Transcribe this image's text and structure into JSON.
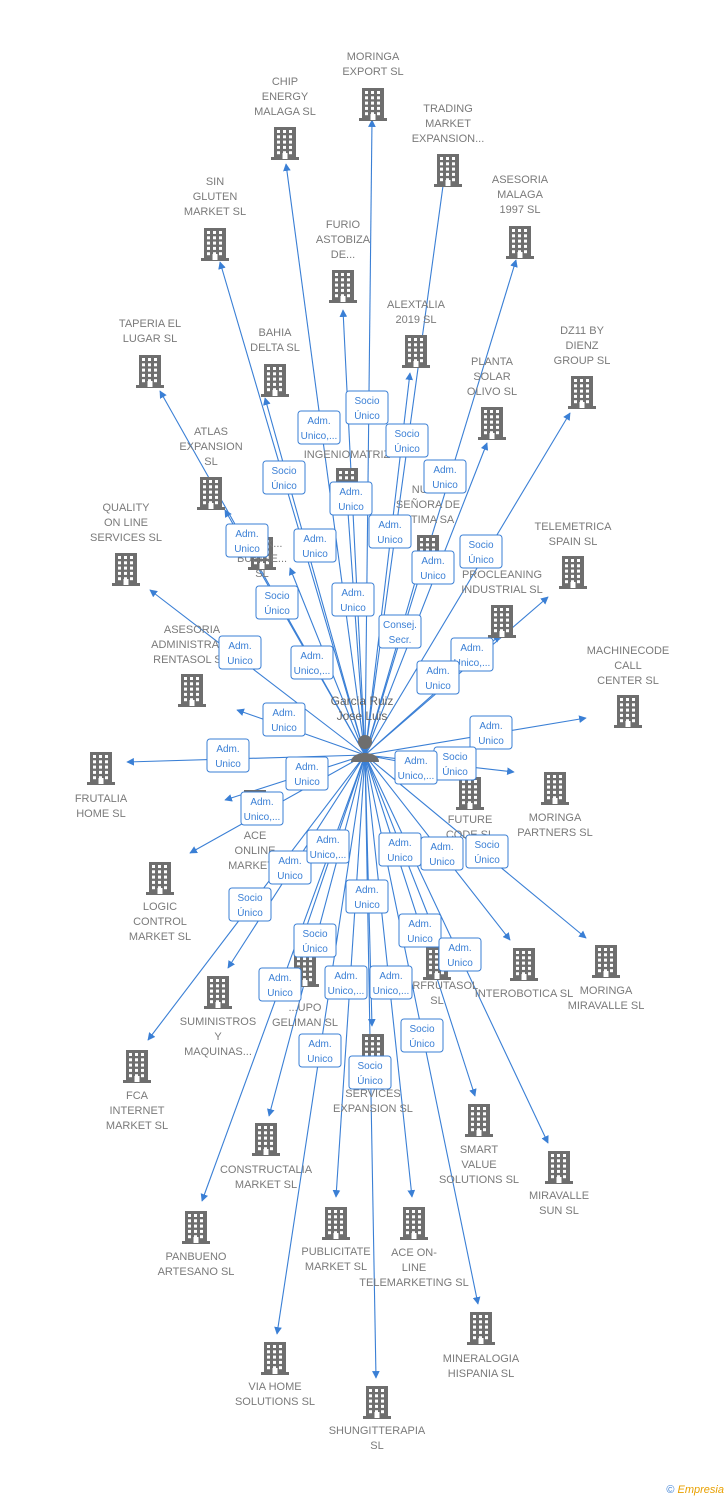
{
  "center": {
    "name_lines": [
      "Garcia Ruiz",
      "Jose Luis"
    ],
    "icon": "person-icon"
  },
  "colors": {
    "edge": "#3a7fd5",
    "company_text": "#7a7a7a",
    "building": "#6e6e6e",
    "highlight": "#e05030"
  },
  "companies": [
    {
      "id": "moringa-export",
      "lines": [
        "MORINGA",
        "EXPORT  SL"
      ],
      "role": [
        "Socio",
        "Único"
      ]
    },
    {
      "id": "chip-energy",
      "lines": [
        "CHIP",
        "ENERGY",
        "MALAGA  SL"
      ],
      "role": [
        "Adm.",
        "Unico,..."
      ]
    },
    {
      "id": "trading-market",
      "lines": [
        "TRADING",
        "MARKET",
        "EXPANSION..."
      ],
      "role": [
        "Socio",
        "Único"
      ]
    },
    {
      "id": "asesoria-malaga",
      "lines": [
        "ASESORIA",
        "MALAGA",
        "1997  SL"
      ],
      "role": [
        "Adm.",
        "Unico"
      ]
    },
    {
      "id": "sin-gluten",
      "lines": [
        "SIN",
        "GLUTEN",
        "MARKET  SL"
      ],
      "role": [
        "Socio",
        "Único"
      ]
    },
    {
      "id": "furio",
      "lines": [
        "FURIO",
        "ASTOBIZA",
        "DE..."
      ],
      "role": [
        "Adm.",
        "Unico"
      ]
    },
    {
      "id": "alextalia",
      "lines": [
        "ALEXTALIA",
        "2019  SL"
      ],
      "role": [
        "Adm.",
        "Unico"
      ]
    },
    {
      "id": "dz11",
      "lines": [
        "DZ11 BY",
        "DIENZ",
        "GROUP  SL"
      ],
      "role": [
        "Socio",
        "Único"
      ]
    },
    {
      "id": "taperia",
      "lines": [
        "TAPERIA EL",
        "LUGAR  SL"
      ],
      "role": [
        "Adm.",
        "Unico"
      ]
    },
    {
      "id": "bahia-delta",
      "lines": [
        "BAHIA",
        "DELTA  SL"
      ],
      "role": [
        "Adm.",
        "Unico"
      ]
    },
    {
      "id": "planta-solar",
      "lines": [
        "PLANTA",
        "SOLAR",
        "OLIVO  SL"
      ],
      "role": [
        "Adm.",
        "Unico"
      ]
    },
    {
      "id": "atlas",
      "lines": [
        "ATLAS",
        "EXPANSION",
        "SL"
      ],
      "role": [
        "Socio",
        "Único"
      ]
    },
    {
      "id": "ingeniomatriz",
      "lines": [
        "INGENIOMATRIZ"
      ],
      "role": [
        "Adm.",
        "Unico"
      ]
    },
    {
      "id": "nuestra-senora",
      "lines": [
        "NUE...",
        "SEÑORA DE",
        "...TIMA SA"
      ],
      "role": [
        "Consej.",
        "Secr."
      ]
    },
    {
      "id": "quality-online",
      "lines": [
        "QUALITY",
        "ON LINE",
        "SERVICES  SL"
      ],
      "role": [
        "Adm.",
        "Unico"
      ]
    },
    {
      "id": "market-business",
      "lines": [
        "...ARK...",
        "BUSINE...",
        "SL"
      ],
      "role": [
        "Adm.",
        "Unico,..."
      ]
    },
    {
      "id": "telemetrica",
      "lines": [
        "TELEMETRICA",
        "SPAIN  SL"
      ],
      "role": [
        "Adm.",
        "Unico,..."
      ]
    },
    {
      "id": "procleaning",
      "lines": [
        "PROCLEANING",
        "INDUSTRIAL SL"
      ],
      "role": [
        "Adm.",
        "Unico"
      ]
    },
    {
      "id": "asesoria-admin",
      "lines": [
        "ASESORIA",
        "ADMINISTRAT...",
        "RENTASOL S..."
      ],
      "role": [
        "Adm.",
        "Unico"
      ]
    },
    {
      "id": "machinecode",
      "lines": [
        "MACHINECODE",
        "CALL",
        "CENTER  SL"
      ],
      "role": [
        "Adm.",
        "Unico"
      ]
    },
    {
      "id": "frutalia",
      "lines": [
        "FRUTALIA",
        "HOME  SL"
      ],
      "role": [
        "Adm.",
        "Unico"
      ]
    },
    {
      "id": "moringa-partners",
      "lines": [
        "MORINGA",
        "PARTNERS  SL"
      ],
      "role": [
        "Socio",
        "Único"
      ]
    },
    {
      "id": "future-code",
      "lines": [
        "FUTURE",
        "CODE  SL"
      ],
      "role": [
        "Adm.",
        "Unico,..."
      ]
    },
    {
      "id": "ace-online-market",
      "lines": [
        "ACE",
        "ONLINE",
        "MARKET..."
      ],
      "role": [
        "Adm.",
        "Unico,..."
      ]
    },
    {
      "id": "logic-control",
      "lines": [
        "LOGIC",
        "CONTROL",
        "MARKET  SL"
      ],
      "role": [
        "Adm.",
        "Unico"
      ]
    },
    {
      "id": "interobotica",
      "lines": [
        "INTEROBOTICA SL"
      ],
      "role": [
        "Adm.",
        "Unico"
      ]
    },
    {
      "id": "moringa-miravalle",
      "lines": [
        "MORINGA",
        "MIRAVALLE  SL"
      ],
      "role": [
        "Socio",
        "Único"
      ]
    },
    {
      "id": "suministros",
      "lines": [
        "SUMINISTROS",
        "Y",
        "MAQUINAS..."
      ],
      "role": [
        "Socio",
        "Único"
      ]
    },
    {
      "id": "grupo-geliman",
      "lines": [
        "...UPO",
        "GELIMAN  SL"
      ],
      "role": [
        "Socio",
        "Único"
      ]
    },
    {
      "id": "superfrutasol",
      "lines": [
        "...ERFRUTASOL",
        "SL"
      ],
      "role": [
        "Adm.",
        "Unico"
      ]
    },
    {
      "id": "fca-internet",
      "lines": [
        "FCA",
        "INTERNET",
        "MARKET  SL"
      ],
      "role": [
        "Adm.",
        "Unico"
      ]
    },
    {
      "id": "sunny-services",
      "lines": [
        "S...Y",
        "SERVICES",
        "EXPANSION SL"
      ],
      "role": [
        "Adm.",
        "Unico,..."
      ]
    },
    {
      "id": "constructalia",
      "lines": [
        "CONSTRUCTALIA",
        "MARKET  SL"
      ],
      "role": [
        "Adm.",
        "Unico"
      ]
    },
    {
      "id": "smart-value",
      "lines": [
        "SMART",
        "VALUE",
        "SOLUTIONS SL"
      ],
      "role": [
        "Adm.",
        "Unico"
      ]
    },
    {
      "id": "miravalle-sun",
      "lines": [
        "MIRAVALLE",
        "SUN  SL"
      ],
      "role": [
        "Adm.",
        "Unico,..."
      ]
    },
    {
      "id": "panbueno",
      "lines": [
        "PANBUENO",
        "ARTESANO  SL"
      ],
      "role": [
        "Adm.",
        "Unico"
      ]
    },
    {
      "id": "publicitate",
      "lines": [
        "PUBLICITATE",
        "MARKET  SL"
      ],
      "role": [
        "Adm.",
        "Unico,..."
      ]
    },
    {
      "id": "ace-online-tele",
      "lines": [
        "ACE ON-",
        "LINE",
        "TELEMARKETING SL"
      ],
      "role": [
        "Adm.",
        "Unico"
      ]
    },
    {
      "id": "mineralogia",
      "lines": [
        "MINERALOGIA",
        "HISPANIA  SL"
      ],
      "role": [
        "Socio",
        "Único"
      ]
    },
    {
      "id": "via-home",
      "lines": [
        "VIA HOME",
        "SOLUTIONS SL"
      ],
      "role": [
        "Adm.",
        "Unico"
      ]
    },
    {
      "id": "shungitterapia",
      "lines": [
        "SHUNGITTERAPIA",
        "SL"
      ],
      "role": [
        "Socio",
        "Único"
      ]
    }
  ],
  "footer": {
    "copyright": "©",
    "brand": "Empresia"
  }
}
